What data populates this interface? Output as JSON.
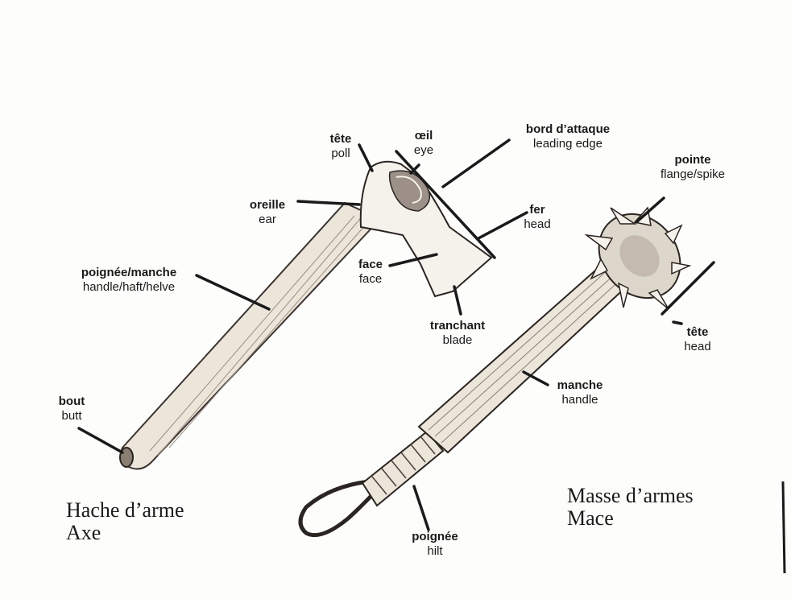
{
  "axe": {
    "title_fr": "Hache d’arme",
    "title_en": "Axe",
    "labels": {
      "poll": {
        "fr": "tête",
        "en": "poll"
      },
      "eye": {
        "fr": "œil",
        "en": "eye"
      },
      "leading_edge": {
        "fr": "bord  d’attaque",
        "en": "leading  edge"
      },
      "ear": {
        "fr": "oreille",
        "en": "ear"
      },
      "head": {
        "fr": "fer",
        "en": "head"
      },
      "face": {
        "fr": "face",
        "en": "face"
      },
      "handle": {
        "fr": "poignée/manche",
        "en": "handle/haft/helve"
      },
      "blade": {
        "fr": "tranchant",
        "en": "blade"
      },
      "butt": {
        "fr": "bout",
        "en": "butt"
      }
    }
  },
  "mace": {
    "title_fr": "Masse  d’armes",
    "title_en": "Mace",
    "labels": {
      "spike": {
        "fr": "pointe",
        "en": "flange/spike"
      },
      "head": {
        "fr": "tête",
        "en": "head"
      },
      "handle": {
        "fr": "manche",
        "en": "handle"
      },
      "hilt": {
        "fr": "poignée",
        "en": "hilt"
      }
    }
  }
}
